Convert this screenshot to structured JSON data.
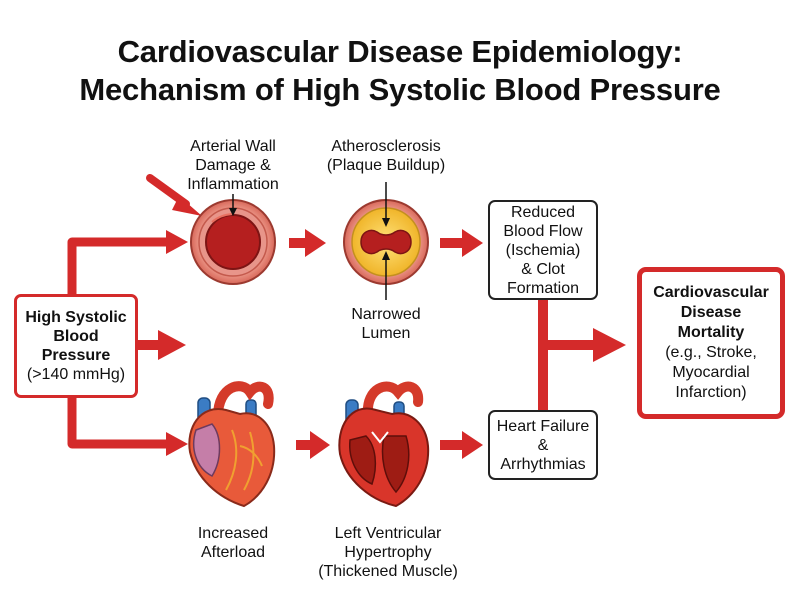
{
  "title": {
    "line1": "Cardiovascular Disease Epidemiology:",
    "line2": "Mechanism of High Systolic Blood Pressure"
  },
  "source_box": {
    "line1": "High Systolic",
    "line2": "Blood",
    "line3": "Pressure",
    "line4": "(>140 mmHg)"
  },
  "arterial_damage": {
    "line1": "Arterial Wall",
    "line2": "Damage &",
    "line3": "Inflammation"
  },
  "atherosclerosis": {
    "line1": "Atherosclerosis",
    "line2": "(Plaque Buildup)"
  },
  "narrowed_lumen": {
    "line1": "Narrowed",
    "line2": "Lumen"
  },
  "reduced_flow_box": {
    "line1": "Reduced",
    "line2": "Blood Flow",
    "line3": "(Ischemia)",
    "line4": "& Clot",
    "line5": "Formation"
  },
  "heart_failure_box": {
    "line1": "Heart Failure",
    "line2": "&",
    "line3": "Arrhythmias"
  },
  "increased_afterload": {
    "line1": "Increased",
    "line2": "Afterload"
  },
  "lvh": {
    "line1": "Left Ventricular",
    "line2": "Hypertrophy",
    "line3": "(Thickened Muscle)"
  },
  "outcome_box": {
    "line1": "Cardiovascular",
    "line2": "Disease",
    "line3": "Mortality",
    "line4": "(e.g., Stroke,",
    "line5": "Myocardial",
    "line6": "Infarction)"
  },
  "colors": {
    "arrow_red": "#d42a2a",
    "artery_outer": "#e8958a",
    "artery_lumen": "#b51f1f",
    "plaque_yellow": "#f5c842",
    "vessel_blue": "#3b7cc4"
  }
}
